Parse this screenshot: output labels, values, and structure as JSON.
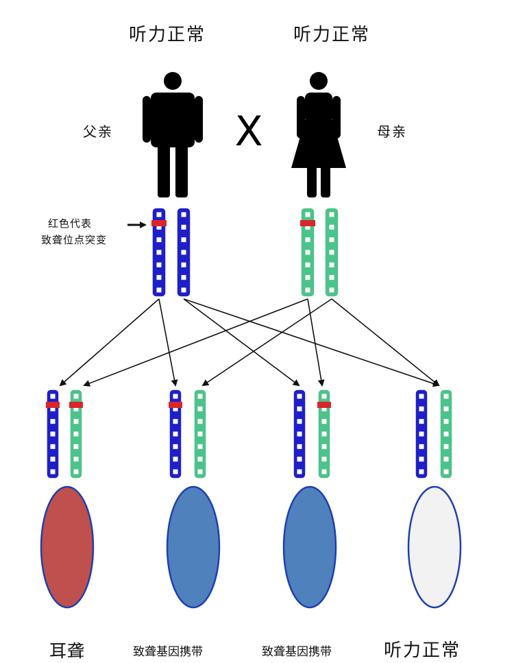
{
  "parents": {
    "father_header": "听力正常",
    "mother_header": "听力正常",
    "father_label": "父亲",
    "mother_label": "母亲",
    "cross_symbol": "X"
  },
  "legend": {
    "line1": "红色代表",
    "line2": "致聋位点突变"
  },
  "offspring": [
    {
      "label": "耳聋",
      "fill": "#c0504d"
    },
    {
      "label": "致聋基因携带",
      "fill": "#4f81bd"
    },
    {
      "label": "致聋基因携带",
      "fill": "#4f81bd"
    },
    {
      "label": "听力正常",
      "fill": "#f2f2f2"
    }
  ],
  "colors": {
    "father_chromosome": "#1f1fc8",
    "mother_chromosome": "#4cc38a",
    "mutation": "#d9262c",
    "ellipse_stroke": "#1f3fb0",
    "figure": "#000000"
  },
  "icons": {
    "father": "man-figure-icon",
    "mother": "woman-figure-icon"
  }
}
